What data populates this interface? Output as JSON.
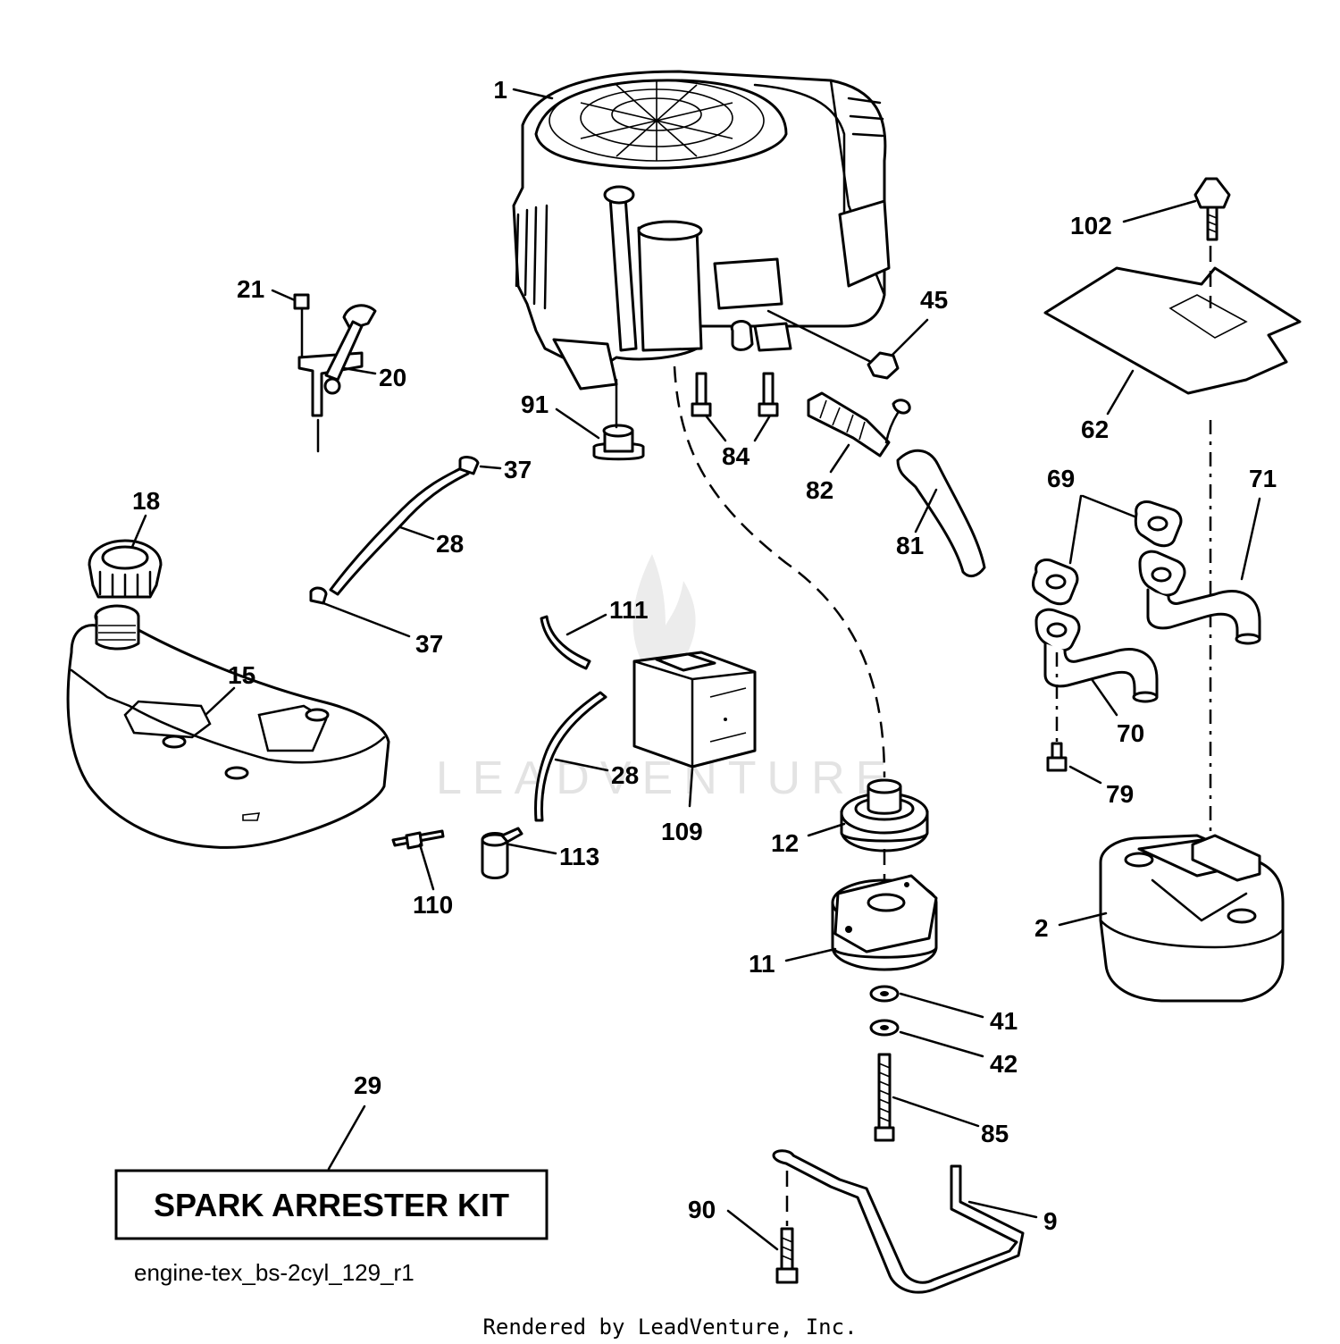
{
  "drawing_id": "engine-tex_bs-2cyl_129_r1",
  "footer": "Rendered by LeadVenture, Inc.",
  "watermark": "LEADVENTURE",
  "kit_label": "SPARK ARRESTER KIT",
  "callouts": {
    "c1": "1",
    "c2": "2",
    "c9": "9",
    "c11": "11",
    "c12": "12",
    "c15": "15",
    "c18": "18",
    "c20": "20",
    "c21": "21",
    "c28a": "28",
    "c28b": "28",
    "c29": "29",
    "c37a": "37",
    "c37b": "37",
    "c41": "41",
    "c42": "42",
    "c45": "45",
    "c62": "62",
    "c69": "69",
    "c70": "70",
    "c71": "71",
    "c79": "79",
    "c81": "81",
    "c82": "82",
    "c84": "84",
    "c85": "85",
    "c90": "90",
    "c91": "91",
    "c102": "102",
    "c109": "109",
    "c110": "110",
    "c111": "111",
    "c113": "113"
  }
}
